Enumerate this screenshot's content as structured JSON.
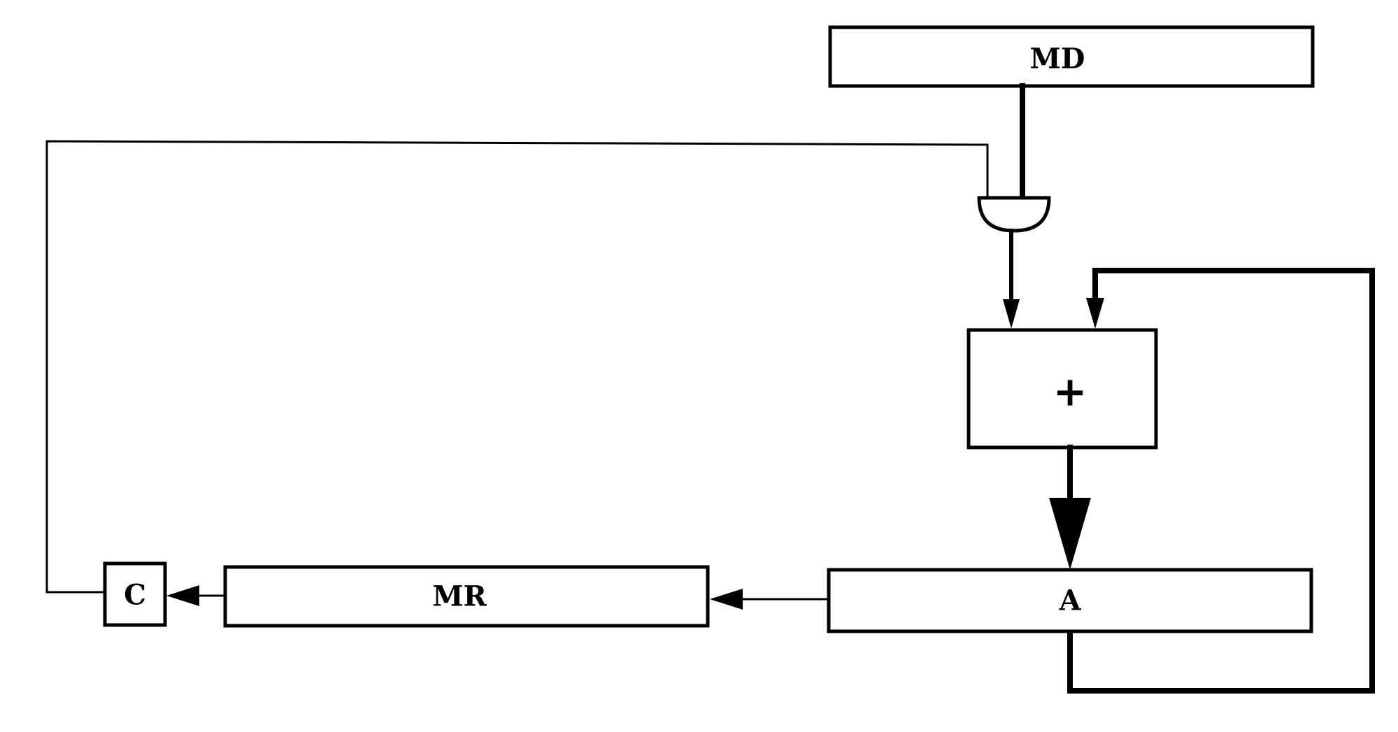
{
  "diagram": {
    "registers": {
      "md": "MD",
      "mr": "MR",
      "a": "A",
      "c": "C"
    },
    "adder": {
      "symbol": "+"
    }
  }
}
